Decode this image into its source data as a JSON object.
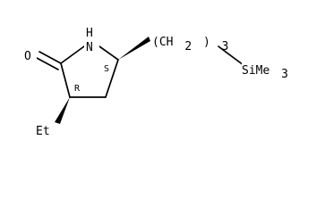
{
  "molecule": {
    "atoms": {
      "carbonyl_oxygen": "O",
      "ring_nitrogen": "N",
      "nitrogen_hydrogen": "H",
      "stereo_c5": "S",
      "stereo_c3": "R",
      "ethyl_group": "Et",
      "chain_prefix": "(CH",
      "chain_sub_h": "2",
      "chain_close": ")",
      "chain_repeat": "3",
      "silyl_group": "SiMe",
      "silyl_sub": "3"
    }
  }
}
